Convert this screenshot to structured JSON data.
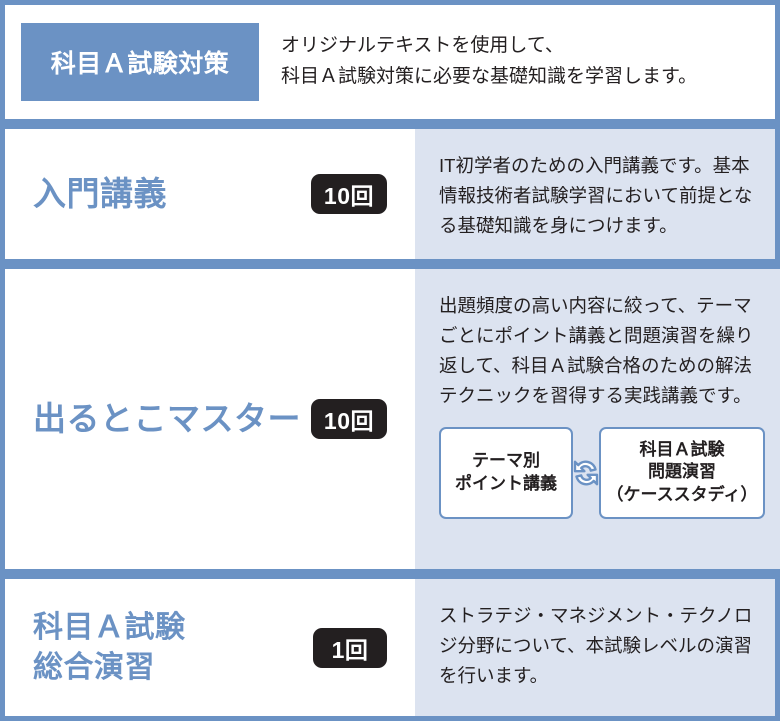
{
  "header": {
    "badge_label": "科目Ａ試験対策",
    "description": "オリジナルテキストを使用して、\n科目Ａ試験対策に必要な基礎知識を学習します。"
  },
  "colors": {
    "accent_blue": "#6b92c4",
    "panel_blue": "#dce3f0",
    "badge_dark": "#231f20",
    "text_dark": "#231f20",
    "white": "#ffffff"
  },
  "courses": [
    {
      "title": "入門講義",
      "count_badge": "10回",
      "description": "IT初学者のための入門講義です。基本情報技術者試験学習において前提となる基礎知識を身につけます。"
    },
    {
      "title": "出るとこマスター",
      "count_badge": "10回",
      "description": "出題頻度の高い内容に絞って、テーマごとにポイント講義と問題演習を繰り返して、科目Ａ試験合格のための解法テクニックを習得する実践講義です。",
      "diagram": {
        "left_box": "テーマ別\nポイント講義",
        "icon": "cycle-arrows-icon",
        "right_box": "科目Ａ試験\n問題演習\n（ケーススタディ）"
      }
    },
    {
      "title": "科目Ａ試験\n総合演習",
      "count_badge": "1回",
      "description": "ストラテジ・マネジメント・テクノロジ分野について、本試験レベルの演習を行います。"
    }
  ]
}
